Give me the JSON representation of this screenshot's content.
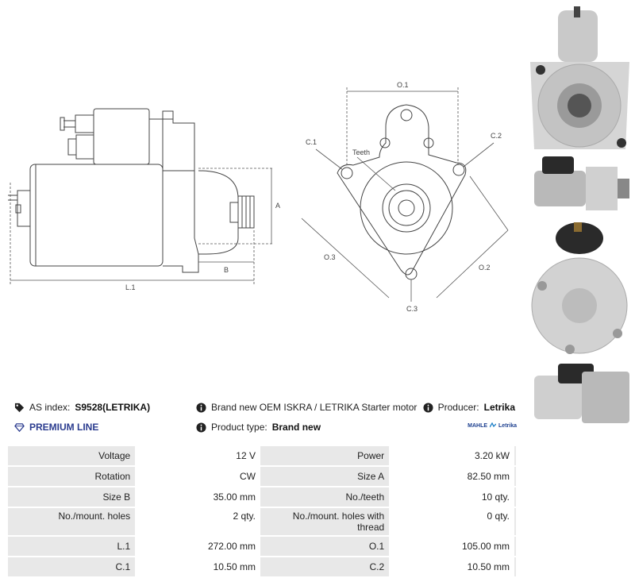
{
  "drawing_labels": {
    "L1": "L.1",
    "A": "A",
    "B": "B",
    "O1": "O.1",
    "O2": "O.2",
    "O3": "O.3",
    "C1": "C.1",
    "C2": "C.2",
    "C3": "C.3",
    "teeth": "Teeth"
  },
  "info": {
    "as_index_label": "AS index:",
    "as_index_value": "S9528(LETRIKA)",
    "premium": "PREMIUM LINE",
    "description": "Brand new OEM ISKRA / LETRIKA Starter motor",
    "product_type_label": "Product type:",
    "product_type_value": "Brand new",
    "producer_label": "Producer:",
    "producer_value": "Letrika",
    "logo_text_a": "MAHLE",
    "logo_text_b": "Letrika"
  },
  "specs": [
    {
      "l1": "Voltage",
      "v1": "12 V",
      "l2": "Power",
      "v2": "3.20 kW"
    },
    {
      "l1": "Rotation",
      "v1": "CW",
      "l2": "Size A",
      "v2": "82.50 mm"
    },
    {
      "l1": "Size B",
      "v1": "35.00 mm",
      "l2": "No./teeth",
      "v2": "10 qty."
    },
    {
      "l1": "No./mount. holes",
      "v1": "2 qty.",
      "l2": "No./mount. holes with thread",
      "v2": "0 qty."
    },
    {
      "l1": "L.1",
      "v1": "272.00 mm",
      "l2": "O.1",
      "v2": "105.00 mm"
    },
    {
      "l1": "C.1",
      "v1": "10.50 mm",
      "l2": "C.2",
      "v2": "10.50 mm"
    }
  ],
  "colors": {
    "premium": "#2b3c8f",
    "table_label_bg": "#e8e8e8"
  }
}
